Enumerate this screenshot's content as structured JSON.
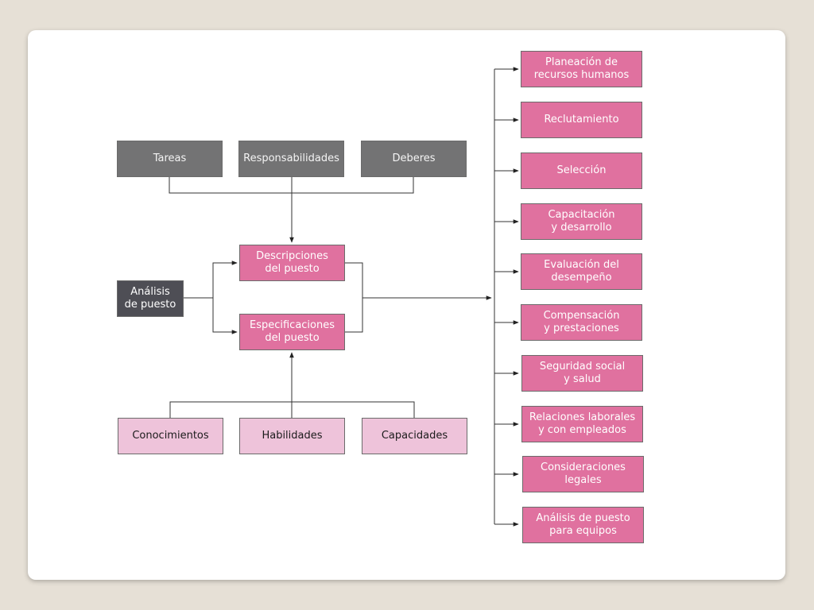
{
  "diagram": {
    "top_row": [
      "Tareas",
      "Responsabilidades",
      "Deberes"
    ],
    "center_left": "Análisis\nde puesto",
    "middle": [
      "Descripciones\ndel puesto",
      "Especificaciones\ndel puesto"
    ],
    "bottom_row": [
      "Conocimientos",
      "Habilidades",
      "Capacidades"
    ],
    "right_column": [
      "Planeación de\nrecursos humanos",
      "Reclutamiento",
      "Selección",
      "Capacitación\ny desarrollo",
      "Evaluación del\ndesempeño",
      "Compensación\ny prestaciones",
      "Seguridad social\ny salud",
      "Relaciones laborales\ny con empleados",
      "Consideraciones\nlegales",
      "Análisis de puesto\npara equipos"
    ]
  },
  "colors": {
    "gray_box": "#737374",
    "dark_box": "#4e4e55",
    "pink_box": "#e0719f",
    "light_pink_box": "#eec3da",
    "background": "#e6e0d6"
  }
}
